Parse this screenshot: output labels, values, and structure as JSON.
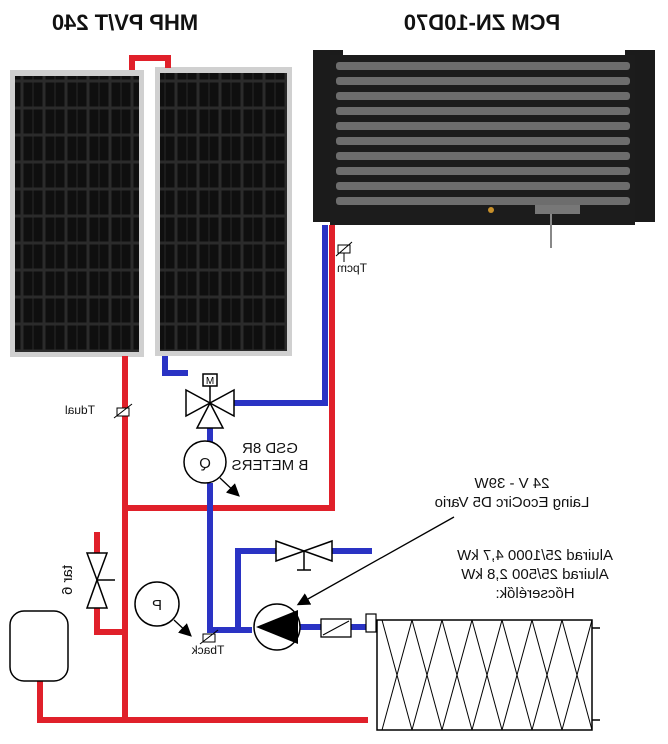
{
  "titles": {
    "pvt": "MHP PV/T 240",
    "pcm": "PCM ZN-10D70"
  },
  "labels": {
    "t_pcm": "Tpcm",
    "t_dual": "Tdual",
    "t_back": "Tback",
    "flow_meter_line1": "GSD 8R",
    "flow_meter_line2": "B METERS",
    "flow_meter_symbol": "Q",
    "pressure_symbol": "P",
    "pump_line1": "24 V - 39W",
    "pump_line2": "Laing EcoCirc D5 Vario",
    "tank_label": "tar 6",
    "heaters_line1": "Aluirad 25/1000 4,7 kW",
    "heaters_line2": "Aluirad 25/500 2,8 kW",
    "heaters_line3": "Hőcserélők:"
  },
  "colors": {
    "hot_pipe": "#e0202a",
    "cold_pipe": "#2a33c4",
    "panel_frame": "#c9c9c9",
    "panel_cell": "#1a1a1a",
    "collector_body": "#1b1b1b"
  }
}
